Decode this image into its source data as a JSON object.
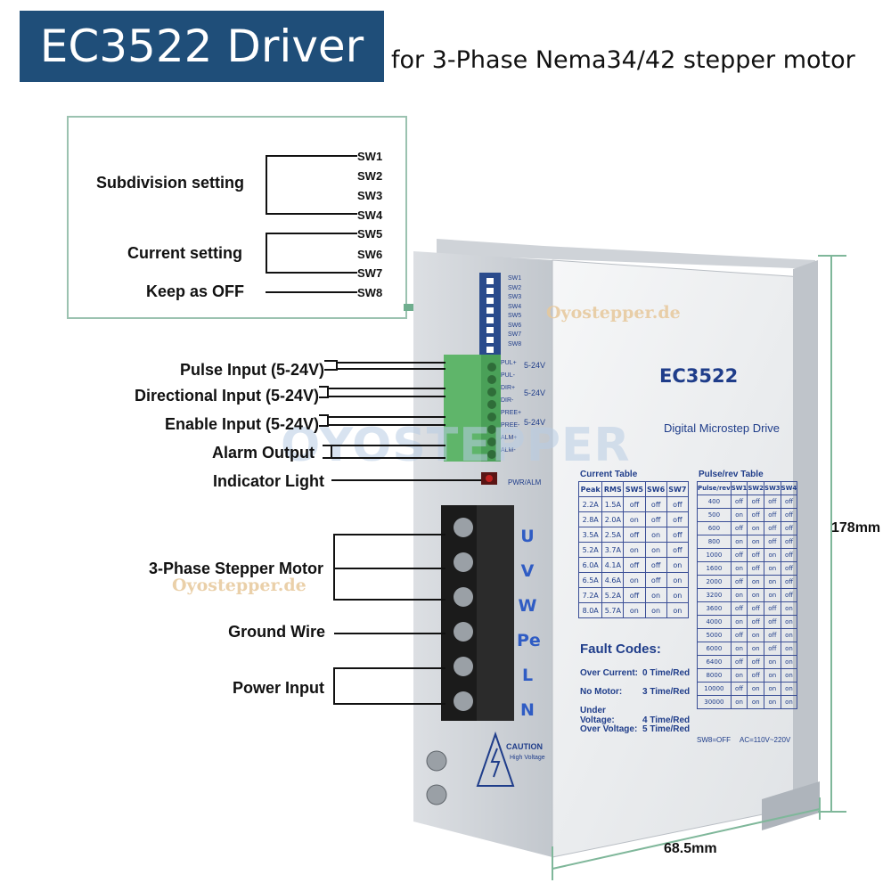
{
  "header": {
    "title": "EC3522 Driver",
    "subtitle": "for 3-Phase Nema34/42 stepper motor"
  },
  "switch_box": {
    "subdivision_label": "Subdivision setting",
    "current_label": "Current setting",
    "keep_off_label": "Keep as OFF",
    "switches": [
      "SW1",
      "SW2",
      "SW3",
      "SW4",
      "SW5",
      "SW6",
      "SW7",
      "SW8"
    ]
  },
  "connections": {
    "pulse": "Pulse Input (5-24V)",
    "direction": "Directional Input (5-24V)",
    "enable": "Enable Input (5-24V)",
    "alarm": "Alarm Output",
    "indicator": "Indicator Light",
    "motor": "3-Phase Stepper Motor",
    "ground": "Ground Wire",
    "power": "Power Input"
  },
  "device": {
    "model": "EC3522",
    "type": "Digital Microstep Drive",
    "dip_labels": [
      "SW1",
      "SW2",
      "SW3",
      "SW4",
      "SW5",
      "SW6",
      "SW7",
      "SW8"
    ],
    "signal_labels": [
      "PUL+",
      "PUL-",
      "DIR+",
      "DIR-",
      "PREE+",
      "PREE-",
      "ALM+",
      "ALM-"
    ],
    "voltage_label": "5-24V",
    "pwr_label": "PWR/ALM",
    "power_terminals": [
      "U",
      "V",
      "W",
      "Pe",
      "L",
      "N"
    ],
    "caution": "CAUTION",
    "caution_sub": "High Voltage",
    "current_table": {
      "title": "Current Table",
      "headers": [
        "Peak",
        "RMS",
        "SW5",
        "SW6",
        "SW7"
      ],
      "rows": [
        [
          "2.2A",
          "1.5A",
          "off",
          "off",
          "off"
        ],
        [
          "2.8A",
          "2.0A",
          "on",
          "off",
          "off"
        ],
        [
          "3.5A",
          "2.5A",
          "off",
          "on",
          "off"
        ],
        [
          "5.2A",
          "3.7A",
          "on",
          "on",
          "off"
        ],
        [
          "6.0A",
          "4.1A",
          "off",
          "off",
          "on"
        ],
        [
          "6.5A",
          "4.6A",
          "on",
          "off",
          "on"
        ],
        [
          "7.2A",
          "5.2A",
          "off",
          "on",
          "on"
        ],
        [
          "8.0A",
          "5.7A",
          "on",
          "on",
          "on"
        ]
      ]
    },
    "pulse_table": {
      "title": "Pulse/rev Table",
      "headers": [
        "Pulse/rev",
        "SW1",
        "SW2",
        "SW3",
        "SW4"
      ],
      "rows": [
        [
          "400",
          "off",
          "off",
          "off",
          "off"
        ],
        [
          "500",
          "on",
          "off",
          "off",
          "off"
        ],
        [
          "600",
          "off",
          "on",
          "off",
          "off"
        ],
        [
          "800",
          "on",
          "on",
          "off",
          "off"
        ],
        [
          "1000",
          "off",
          "off",
          "on",
          "off"
        ],
        [
          "1600",
          "on",
          "off",
          "on",
          "off"
        ],
        [
          "2000",
          "off",
          "on",
          "on",
          "off"
        ],
        [
          "3200",
          "on",
          "on",
          "on",
          "off"
        ],
        [
          "3600",
          "off",
          "off",
          "off",
          "on"
        ],
        [
          "4000",
          "on",
          "off",
          "off",
          "on"
        ],
        [
          "5000",
          "off",
          "on",
          "off",
          "on"
        ],
        [
          "6000",
          "on",
          "on",
          "off",
          "on"
        ],
        [
          "6400",
          "off",
          "off",
          "on",
          "on"
        ],
        [
          "8000",
          "on",
          "off",
          "on",
          "on"
        ],
        [
          "10000",
          "off",
          "on",
          "on",
          "on"
        ],
        [
          "30000",
          "on",
          "on",
          "on",
          "on"
        ]
      ],
      "note_left": "SW8=OFF",
      "note_right": "AC=110V~220V"
    },
    "fault": {
      "title": "Fault Codes:",
      "rows": [
        [
          "Over Current:",
          "0 Time/Red"
        ],
        [
          "No Motor:",
          "3 Time/Red"
        ],
        [
          "Under Voltage:",
          "4 Time/Red"
        ],
        [
          "Over Voltage:",
          "5 Time/Red"
        ]
      ]
    }
  },
  "dimensions": {
    "height": "178mm",
    "width": "68.5mm"
  },
  "watermarks": {
    "small": "Oyostepper.de",
    "big": "OYOSTEPPER"
  },
  "colors": {
    "title_bg": "#1f4e79",
    "box_border": "#9bc2b0",
    "table_ink": "#1f3d8a",
    "terminal_green": "#5fb56a",
    "dimension_line": "#7fb79a",
    "arrow": "#6fae8e"
  }
}
